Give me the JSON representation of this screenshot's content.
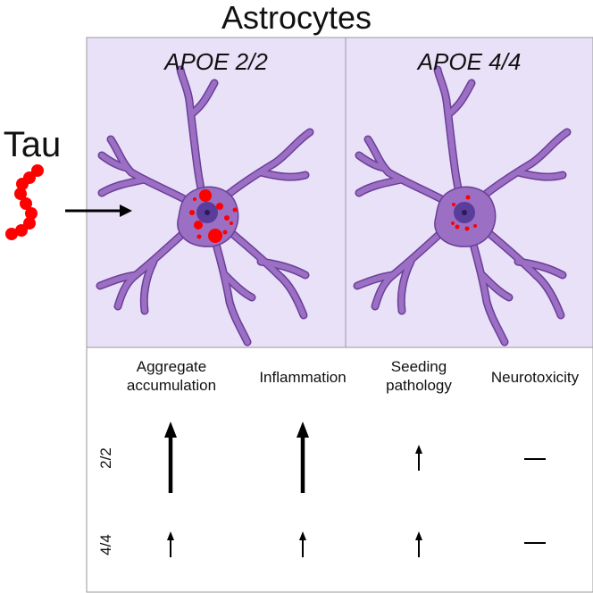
{
  "title": "Astrocytes",
  "tau_label": "Tau",
  "panels": [
    {
      "genotype": "APOE 2/2"
    },
    {
      "genotype": "APOE 4/4"
    }
  ],
  "table": {
    "columns": [
      {
        "line1": "Aggregate",
        "line2": "accumulation"
      },
      {
        "line1": "Inflammation",
        "line2": ""
      },
      {
        "line1": "Seeding",
        "line2": "pathology"
      },
      {
        "line1": "Neurotoxicity",
        "line2": ""
      }
    ],
    "rows": [
      {
        "label": "2/2",
        "cells": [
          "large-up-arrow",
          "large-up-arrow",
          "small-up-arrow",
          "dash"
        ]
      },
      {
        "label": "4/4",
        "cells": [
          "small-up-arrow",
          "small-up-arrow",
          "small-up-arrow",
          "dash"
        ]
      }
    ]
  },
  "colors": {
    "panel_fill": "#e9e1f8",
    "cell_body": "#9b6fc4",
    "cell_outline": "#6b3f97",
    "nucleus": "#5a3d9a",
    "tau_red": "#ff0000",
    "border": "#9a9a9a"
  }
}
